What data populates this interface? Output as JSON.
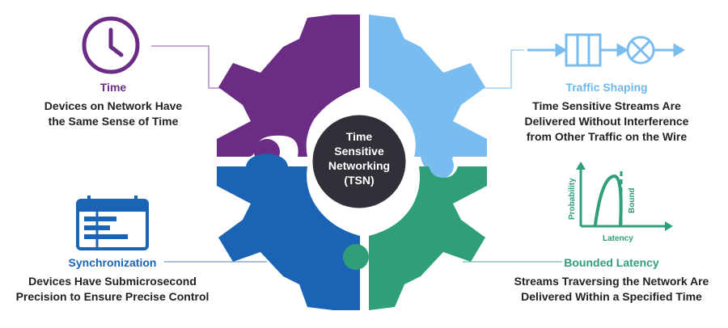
{
  "center": {
    "lines": [
      "Time",
      "Sensitive",
      "Networking",
      "(TSN)"
    ]
  },
  "quadrants": {
    "time": {
      "title": "Time",
      "lines": [
        "Devices on Network Have",
        "the Same Sense of Time"
      ]
    },
    "traffic_shaping": {
      "title": "Traffic Shaping",
      "lines": [
        "Time Sensitive Streams Are",
        "Delivered Without Interference",
        "from Other Traffic on the Wire"
      ]
    },
    "synchronization": {
      "title": "Synchronization",
      "lines": [
        "Devices Have Submicrosecond",
        "Precision to Ensure Precise Control"
      ]
    },
    "bounded_latency": {
      "title": "Bounded Latency",
      "lines": [
        "Streams Traversing the Network Are",
        "Delivered Within a Specified Time"
      ]
    }
  },
  "latency_graph": {
    "ylabel": "Probability",
    "xlabel": "Latency",
    "bound_label": "Bound"
  },
  "colors": {
    "purple": "#6b2c86",
    "light_blue": "#79bdf0",
    "dark_blue": "#1b64b5",
    "green": "#2f9f7a",
    "center": "#2f3038",
    "time_title": "#6b2c86",
    "traffic_title": "#6fb7ea",
    "sync_title": "#1b64b5",
    "latency_title": "#2f9f7a"
  }
}
